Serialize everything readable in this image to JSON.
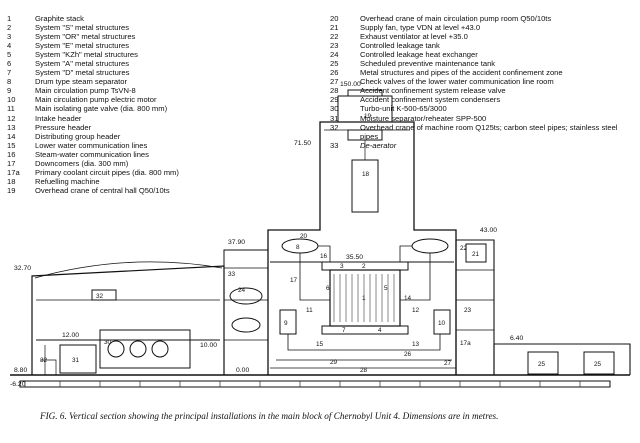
{
  "legend_left": [
    {
      "num": "1",
      "text": "Graphite stack"
    },
    {
      "num": "2",
      "text": "System \"S\" metal structures"
    },
    {
      "num": "3",
      "text": "System \"OR\" metal structures"
    },
    {
      "num": "4",
      "text": "System \"E\" metal structures"
    },
    {
      "num": "5",
      "text": "System \"KZh\" metal structures"
    },
    {
      "num": "6",
      "text": "System \"A\" metal structures"
    },
    {
      "num": "7",
      "text": "System \"D\" metal structures"
    },
    {
      "num": "8",
      "text": "Drum type steam separator"
    },
    {
      "num": "9",
      "text": "Main circulation pump TsVN-8"
    },
    {
      "num": "10",
      "text": "Main circulation pump electric motor"
    },
    {
      "num": "11",
      "text": "Main isolating gate valve (dia. 800 mm)"
    },
    {
      "num": "12",
      "text": "Intake header"
    },
    {
      "num": "13",
      "text": "Pressure header"
    },
    {
      "num": "14",
      "text": "Distributing group header"
    },
    {
      "num": "15",
      "text": "Lower water communication lines"
    },
    {
      "num": "16",
      "text": "Steam-water communication lines"
    },
    {
      "num": "17",
      "text": "Downcomers (dia. 300 mm)"
    },
    {
      "num": "17a",
      "text": "Primary coolant circuit pipes (dia. 800 mm)"
    },
    {
      "num": "18",
      "text": "Refuelling machine"
    },
    {
      "num": "19",
      "text": "Overhead crane of central hall Q50/10ts"
    }
  ],
  "legend_right": [
    {
      "num": "20",
      "text": "Overhead crane of main circulation pump room Q50/10ts"
    },
    {
      "num": "21",
      "text": "Supply fan, type VDN at level +43.0"
    },
    {
      "num": "22",
      "text": "Exhaust ventilator at level +35.0"
    },
    {
      "num": "23",
      "text": "Controlled leakage tank"
    },
    {
      "num": "24",
      "text": "Controlled leakage heat exchanger"
    },
    {
      "num": "25",
      "text": "Scheduled preventive maintenance tank"
    },
    {
      "num": "26",
      "text": "Metal structures and pipes of the accident confinement zone"
    },
    {
      "num": "27",
      "text": "Check valves of the lower water communication line room"
    },
    {
      "num": "28",
      "text": "Accident confinement system release valve"
    },
    {
      "num": "29",
      "text": "Accident confinement system condensers"
    },
    {
      "num": "30",
      "text": "Turbo-unit K-500-65/3000"
    },
    {
      "num": "31",
      "text": "Moisture separator/reheater SPP-500"
    },
    {
      "num": "32",
      "text": "Overhead crane of machine room Q125ts; carbon steel pipes; stainless steel pipes"
    },
    {
      "num": "33",
      "text": "De-aerator"
    }
  ],
  "elevations": {
    "e150": "150.00",
    "e7150": "71.50",
    "e4300": "43.00",
    "e3790": "37.90",
    "e3550": "35.50",
    "e3270": "32.70",
    "e1200": "12.00",
    "e1000": "10.00",
    "e880": "8.80",
    "e640": "6.40",
    "e000": "0.00",
    "e620": "-6.20"
  },
  "callouts": {
    "c18": "18",
    "c19": "19",
    "c20": "20",
    "c21": "21",
    "c22": "22",
    "c23": "23",
    "c24": "24",
    "c25a": "25",
    "c25b": "25",
    "c26": "26",
    "c27": "27",
    "c28": "28",
    "c29": "29",
    "c30": "30",
    "c31": "31",
    "c32a": "32",
    "c32b": "32",
    "c33": "33",
    "c1": "1",
    "c2": "2",
    "c3": "3",
    "c4": "4",
    "c5": "5",
    "c6": "6",
    "c7": "7",
    "c8": "8",
    "c9": "9",
    "c10": "10",
    "c11": "11",
    "c12": "12",
    "c13": "13",
    "c14": "14",
    "c15": "15",
    "c16": "16",
    "c17": "17",
    "c17a": "17a"
  },
  "caption": "FIG. 6.  Vertical section showing the principal installations in the main block of Chernobyl Unit 4.  Dimensions are in metres."
}
